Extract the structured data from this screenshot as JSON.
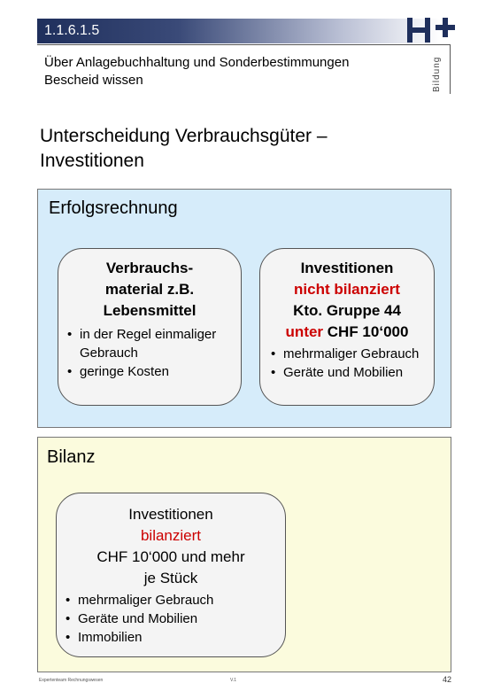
{
  "header": {
    "section_number": "1.1.6.1.5",
    "subtitle_line1": "Über Anlagebuchhaltung und Sonderbestimmungen",
    "subtitle_line2": "Bescheid wissen",
    "brand_vertical": "Bildung",
    "logo_icon": "h-plus-logo-icon"
  },
  "title": {
    "line1": "Unterscheidung Verbrauchsgüter –",
    "line2": "Investitionen"
  },
  "erfolgsrechnung": {
    "label": "Erfolgsrechnung",
    "card_left": {
      "line1": "Verbrauchs-",
      "line2": "material z.B.",
      "line3": "Lebensmittel",
      "bullets": [
        "in der Regel einmaliger Gebrauch",
        "geringe Kosten"
      ]
    },
    "card_right": {
      "line1": "Investitionen",
      "line2_red": "nicht bilanziert",
      "line3": "Kto. Gruppe 44",
      "line4_red": "unter",
      "line4_rest": " CHF 10‘000",
      "bullets": [
        "mehrmaliger Gebrauch",
        "Geräte und Mobilien"
      ]
    }
  },
  "bilanz": {
    "label": "Bilanz",
    "card": {
      "line1": "Investitionen",
      "line2_red": "bilanziert",
      "line3": "CHF 10‘000 und mehr",
      "line4": "je Stück",
      "bullets": [
        "mehrmaliger Gebrauch",
        "Geräte und Mobilien",
        "Immobilien"
      ]
    }
  },
  "footer": {
    "left": "Expertenteam Rechnungswesen",
    "middle": "V.1",
    "page_number": "42"
  },
  "colors": {
    "header_dark": "#1f2f5c",
    "blue_panel": "#d6ecfa",
    "yellow_panel": "#fbfbdd",
    "accent_red": "#cc0000"
  }
}
